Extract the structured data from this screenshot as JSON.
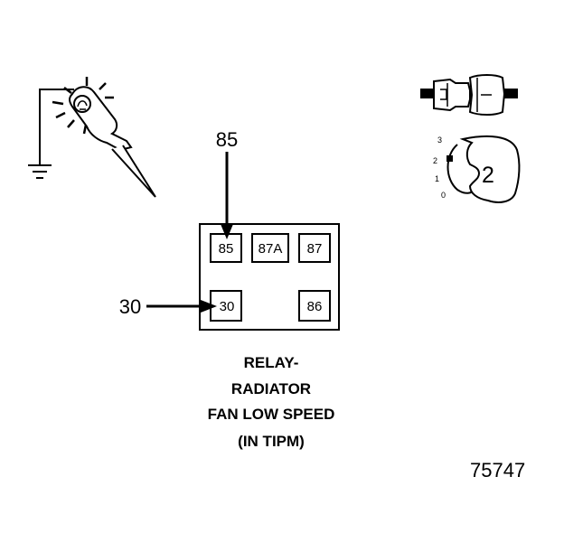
{
  "relay": {
    "pins": {
      "p85": "85",
      "p87a": "87A",
      "p87": "87",
      "p30": "30",
      "p86": "86"
    },
    "probe_labels": {
      "top": "85",
      "left": "30"
    }
  },
  "ignition_switch": {
    "positions": [
      "3",
      "2",
      "1",
      "0"
    ],
    "selected_position": "2",
    "dial_number": "2"
  },
  "caption": {
    "line1": "RELAY-",
    "line2": "RADIATOR",
    "line3": "FAN LOW SPEED",
    "line4": "(IN TIPM)"
  },
  "figure_number": "75747",
  "icons": [
    "test-light-probe-icon",
    "ground-symbol-icon",
    "connector-icon",
    "ignition-switch-icon",
    "arrow-icon"
  ]
}
